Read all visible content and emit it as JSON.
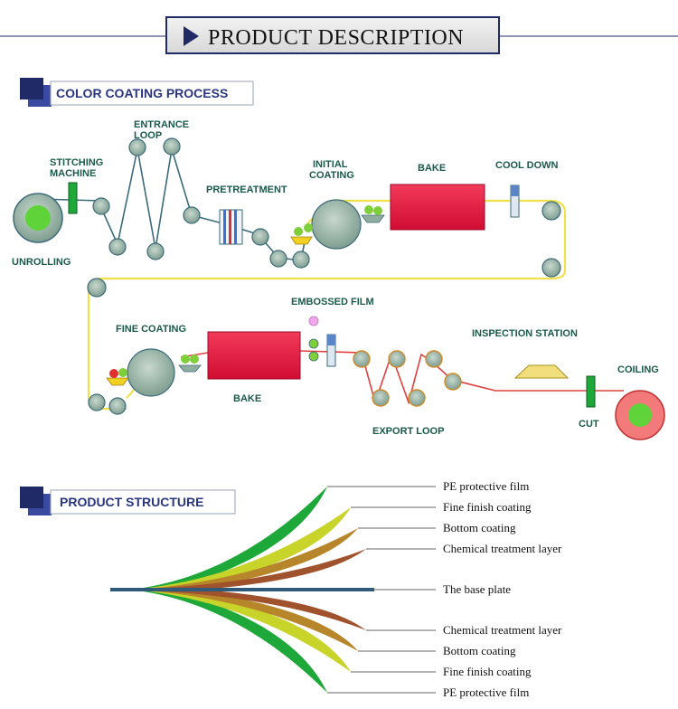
{
  "header": {
    "title": "PRODUCT DESCRIPTION"
  },
  "process": {
    "title": "COLOR COATING PROCESS",
    "labels": {
      "entrance_loop_1": "ENTRANCE",
      "entrance_loop_2": "LOOP",
      "stitching_1": "STITCHING",
      "stitching_2": "MACHINE",
      "unrolling": "UNROLLING",
      "pretreatment": "PRETREATMENT",
      "initial_coating_1": "INITIAL",
      "initial_coating_2": "COATING",
      "bake_top": "BAKE",
      "cool_down": "COOL DOWN",
      "embossed_film": "EMBOSSED FILM",
      "fine_coating": "FINE COATING",
      "inspection_station": "INSPECTION STATION",
      "coiling": "COILING",
      "bake_bottom": "BAKE",
      "cut": "CUT",
      "export_loop": "EXPORT LOOP"
    }
  },
  "structure": {
    "title": "PRODUCT STRUCTURE",
    "layers": [
      "PE protective film",
      "Fine finish coating",
      "Bottom coating",
      "Chemical treatment layer",
      "The base plate",
      "Chemical treatment layer",
      "Bottom coating",
      "Fine finish coating",
      "PE protective film"
    ]
  },
  "colors": {
    "navy": "#1f2a66",
    "bake_red": "#e8153f",
    "roller_green": "#8fae9f",
    "strip_yellow": "#f0e04a",
    "strip_red": "#e04040",
    "pe_green": "#1ea83a",
    "finish_yellow": "#c9d42a",
    "bottom_brown": "#b8862a",
    "chem_brown": "#a0522d",
    "base_plate": "#2f5a7a"
  }
}
